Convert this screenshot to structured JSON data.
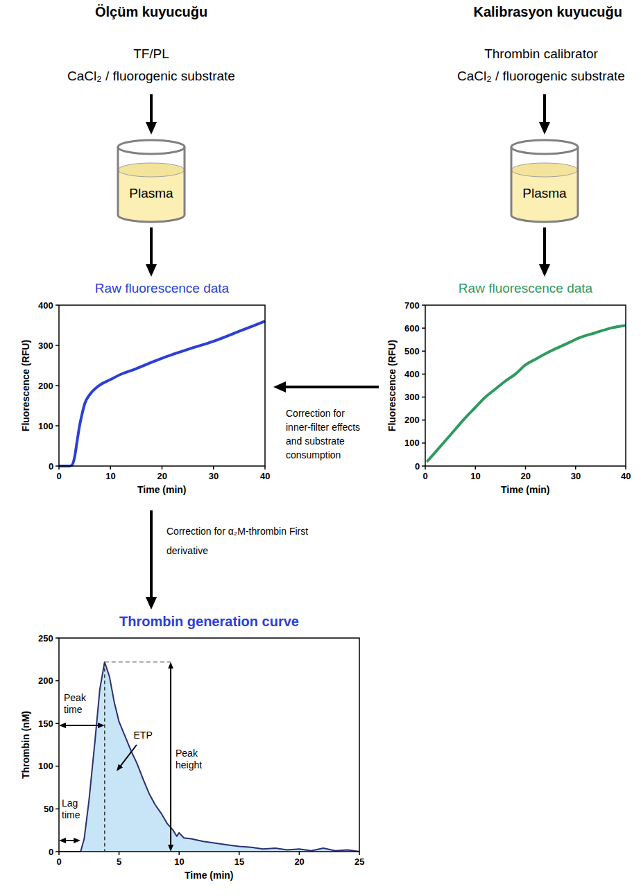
{
  "diagram": {
    "nodes": [
      {
        "text": [
          "TF/PL",
          "CaCl₂ / fluorogenic substrate"
        ]
      },
      {
        "text": [
          "Thrombin calibrator",
          "CaCl₂ / fluorogenic substrate"
        ]
      },
      {
        "text": [
          "Plasma"
        ]
      },
      {
        "text": [
          "Plasma"
        ]
      },
      {
        "text": [
          "Raw fluorescence data"
        ]
      },
      {
        "text": [
          "Raw fluorescence data"
        ]
      },
      {
        "text": [
          "Thrombin generation curve"
        ]
      }
    ],
    "edges": [
      {
        "from": 0,
        "to": 2,
        "arrow": "to"
      },
      {
        "from": 2,
        "to": 4,
        "arrow": "to"
      },
      {
        "from": 1,
        "to": 3,
        "arrow": "to"
      },
      {
        "from": 3,
        "to": 5,
        "arrow": "to"
      },
      {
        "from": 5,
        "to": 4,
        "label": "Correction for inner-filter effects and substrate consumption",
        "arrow": "to"
      },
      {
        "from": 4,
        "to": 6,
        "label": "Correction for α₂M-thrombin First derivative",
        "arrow": "to"
      }
    ],
    "labels": [
      "Ölçüm kuyucuğu",
      "Kalibrasyon kuyucuğu",
      "Fluorescence (RFU)",
      "Time (min)",
      "0",
      "100",
      "200",
      "300",
      "400",
      "0",
      "10",
      "20",
      "30",
      "40",
      "Fluorescence (RFU)",
      "Time (min)",
      "0",
      "100",
      "200",
      "300",
      "400",
      "500",
      "600",
      "700",
      "0",
      "10",
      "20",
      "30",
      "40",
      "Thrombin (nM)",
      "Time (min)",
      "0",
      "50",
      "100",
      "150",
      "200",
      "250",
      "0",
      "5",
      "10",
      "15",
      "20",
      "25",
      "Peak time",
      "ETP",
      "Peak height",
      "Lag time"
    ]
  }
}
